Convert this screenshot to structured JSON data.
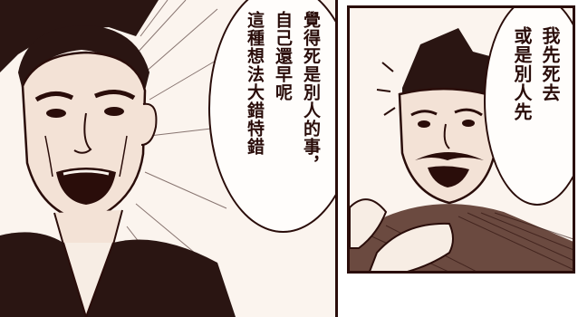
{
  "colors": {
    "ink": "#2a0d0a",
    "paper": "#fbf4ee",
    "bubble": "#fffdfb",
    "robe": "#2a1512"
  },
  "panels": [
    {
      "name": "left-panel",
      "speech": {
        "lines": [
          "覺得死是別人的事，",
          "自己還早呢",
          "這種想法大錯特錯"
        ]
      }
    },
    {
      "name": "right-panel",
      "speech": {
        "lines": [
          "我先死去",
          "或是別人先"
        ]
      }
    }
  ]
}
